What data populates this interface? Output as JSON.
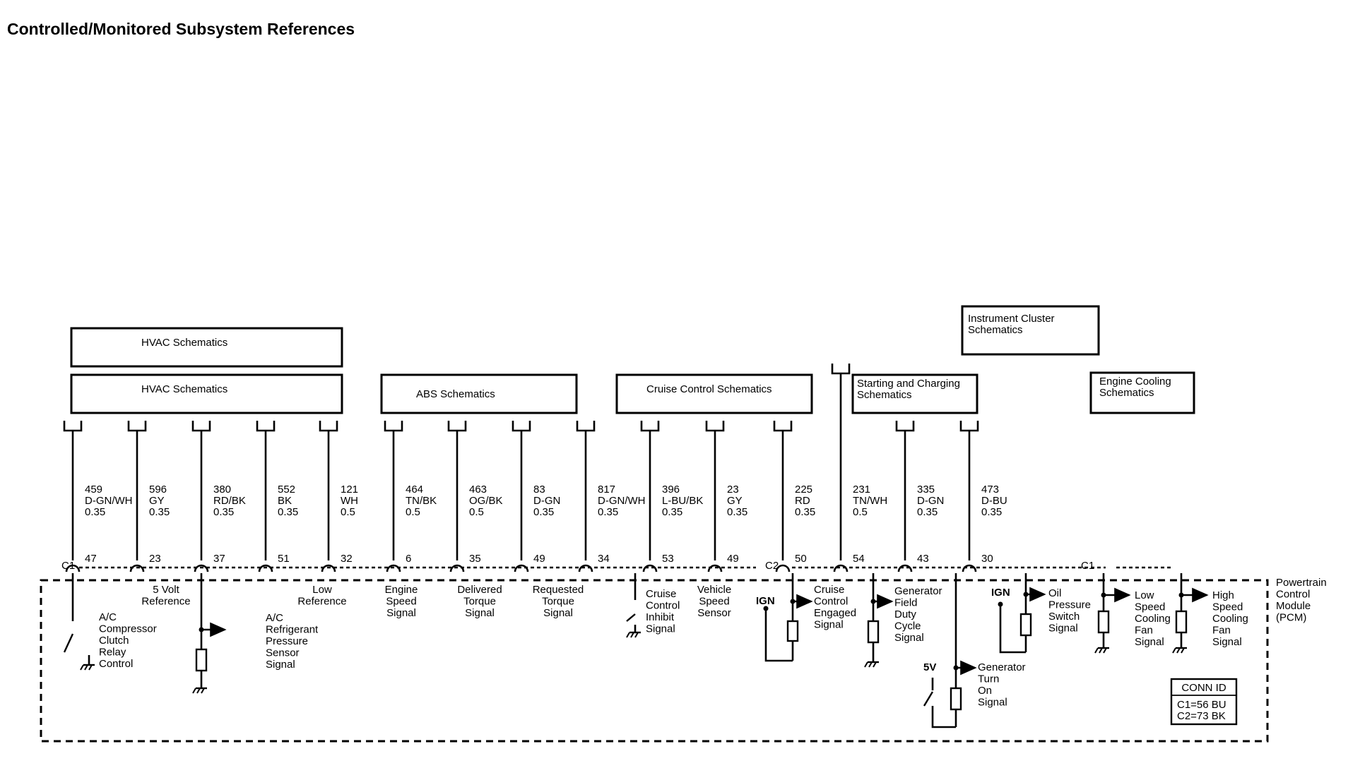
{
  "title": "Controlled/Monitored Subsystem References",
  "pcm_label": [
    "Powertrain",
    "Control",
    "Module",
    "(PCM)"
  ],
  "conn_id": {
    "header": "CONN ID",
    "lines": [
      "C1=56 BU",
      "C2=73 BK"
    ]
  },
  "boxes": {
    "hvac_top": "HVAC Schematics",
    "hvac": "HVAC Schematics",
    "abs": "ABS Schematics",
    "cruise": "Cruise Control Schematics",
    "charging": [
      "Starting and Charging",
      "Schematics"
    ],
    "cluster": [
      "Instrument Cluster",
      "Schematics"
    ],
    "cooling": [
      "Engine Cooling",
      "Schematics"
    ]
  },
  "connector_labels": {
    "c1_left": "C1",
    "c2": "C2",
    "c1_right": "C1"
  },
  "supply_labels": {
    "ign_cruise": "IGN",
    "ign_oil": "IGN",
    "five_volt": "5V"
  },
  "circuits": [
    {
      "circuit": "459",
      "color": "D-GN/WH",
      "gauge": "0.35",
      "pin": "47",
      "function": [
        "A/C",
        "Compressor",
        "Clutch",
        "Relay",
        "Control"
      ]
    },
    {
      "circuit": "596",
      "color": "GY",
      "gauge": "0.35",
      "pin": "23",
      "function": [
        "5 Volt",
        "Reference"
      ]
    },
    {
      "circuit": "380",
      "color": "RD/BK",
      "gauge": "0.35",
      "pin": "37",
      "function": [
        "A/C",
        "Refrigerant",
        "Pressure",
        "Sensor",
        "Signal"
      ]
    },
    {
      "circuit": "552",
      "color": "BK",
      "gauge": "0.35",
      "pin": "51",
      "function": [
        "Low",
        "Reference"
      ]
    },
    {
      "circuit": "121",
      "color": "WH",
      "gauge": "0.5",
      "pin": "32",
      "function": [
        "Engine",
        "Speed",
        "Signal"
      ]
    },
    {
      "circuit": "464",
      "color": "TN/BK",
      "gauge": "0.5",
      "pin": "6",
      "function": [
        "Delivered",
        "Torque",
        "Signal"
      ]
    },
    {
      "circuit": "463",
      "color": "OG/BK",
      "gauge": "0.5",
      "pin": "35",
      "function": [
        "Requested",
        "Torque",
        "Signal"
      ]
    },
    {
      "circuit": "83",
      "color": "D-GN",
      "gauge": "0.35",
      "pin": "49",
      "function": [
        "Cruise",
        "Control",
        "Inhibit",
        "Signal"
      ]
    },
    {
      "circuit": "817",
      "color": "D-GN/WH",
      "gauge": "0.35",
      "pin": "34",
      "function": [
        "Vehicle",
        "Speed",
        "Sensor"
      ]
    },
    {
      "circuit": "396",
      "color": "L-BU/BK",
      "gauge": "0.35",
      "pin": "53",
      "function": [
        "Cruise",
        "Control",
        "Engaged",
        "Signal"
      ]
    },
    {
      "circuit": "23",
      "color": "GY",
      "gauge": "0.35",
      "pin": "49",
      "function": [
        "Generator",
        "Field",
        "Duty",
        "Cycle",
        "Signal"
      ]
    },
    {
      "circuit": "225",
      "color": "RD",
      "gauge": "0.35",
      "pin": "50",
      "function": [
        "Generator",
        "Turn",
        "On",
        "Signal"
      ]
    },
    {
      "circuit": "231",
      "color": "TN/WH",
      "gauge": "0.5",
      "pin": "54",
      "function": [
        "Oil",
        "Pressure",
        "Switch",
        "Signal"
      ]
    },
    {
      "circuit": "335",
      "color": "D-GN",
      "gauge": "0.35",
      "pin": "43",
      "function": [
        "Low",
        "Speed",
        "Cooling",
        "Fan",
        "Signal"
      ]
    },
    {
      "circuit": "473",
      "color": "D-BU",
      "gauge": "0.35",
      "pin": "30",
      "function": [
        "High",
        "Speed",
        "Cooling",
        "Fan",
        "Signal"
      ]
    }
  ]
}
